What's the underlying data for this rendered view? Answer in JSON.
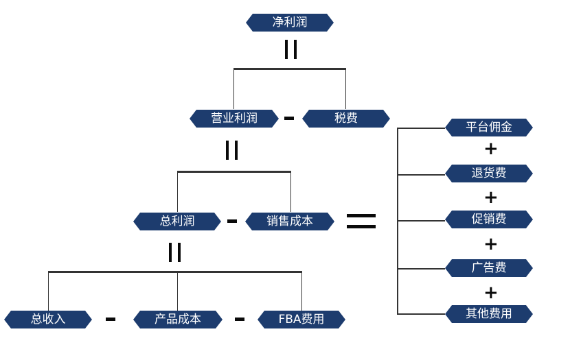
{
  "nodes": {
    "net_profit": "净利润",
    "operating_profit": "营业利润",
    "tax": "税费",
    "gross_profit": "总利润",
    "sales_cost": "销售成本",
    "total_revenue": "总收入",
    "product_cost": "产品成本",
    "fba_fee": "FBA费用",
    "platform_commission": "平台佣金",
    "return_fee": "退货费",
    "promotion_fee": "促销费",
    "ad_fee": "广告费",
    "other_fee": "其他费用"
  },
  "symbols": {
    "plus": "+"
  }
}
